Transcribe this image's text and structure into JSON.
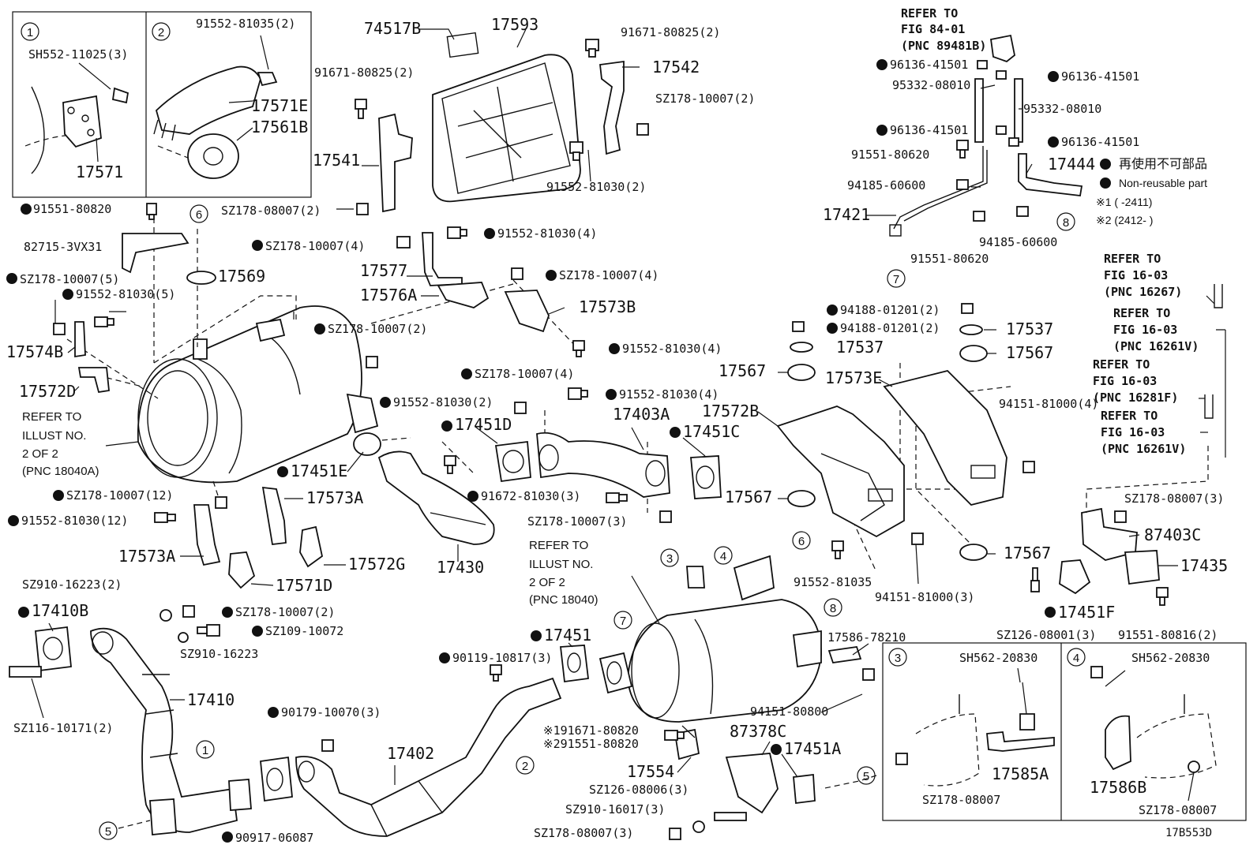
{
  "diagram_id": "17B553D",
  "legend": {
    "title_jp": "再使用不可部品",
    "non_reusable": "Non-reusable part",
    "note1": "※1 (      -2411)",
    "note2": "※2 (2412-      )"
  },
  "circle_refs": [
    "1",
    "2",
    "3",
    "4",
    "5",
    "6",
    "7",
    "8"
  ],
  "inset1": {
    "label": "SH552-11025(3)",
    "part": "17571"
  },
  "inset2": {
    "screw": "91552-81035(2)",
    "bracket": "17571E",
    "mount": "17561B"
  },
  "inset3": {
    "bolt": "SH562-20830",
    "part": "17585A",
    "nut": "SZ178-08007"
  },
  "inset4": {
    "bolt": "SH562-20830",
    "part": "17586B",
    "nut": "SZ178-08007"
  },
  "refers": {
    "r1": [
      "REFER TO",
      "FIG 84-01",
      "(PNC 89481B)"
    ],
    "r2": [
      "REFER TO",
      "ILLUST NO.",
      "2 OF 2",
      "(PNC 18040A)"
    ],
    "r3": [
      "REFER TO",
      "FIG 16-03",
      "(PNC 16267)"
    ],
    "r4": [
      "REFER TO",
      "FIG 16-03",
      "(PNC 16261V)"
    ],
    "r5": [
      "REFER TO",
      "FIG 16-03",
      "(PNC 16281F)"
    ],
    "r6": [
      "REFER TO",
      "FIG 16-03",
      "(PNC 16261V)"
    ],
    "r7": [
      "REFER TO",
      "ILLUST NO.",
      "2 OF 2",
      "(PNC 18040)"
    ]
  },
  "labels": {
    "p74517B": "74517B",
    "p17593": "17593",
    "p91671a": "91671-80825(2)",
    "p91671b": "91671-80825(2)",
    "p17542": "17542",
    "pSZ178_10007_2a": "SZ178-10007(2)",
    "p91552_81030_2a": "91552-81030(2)",
    "p17541": "17541",
    "pSZ178_08007_2": "SZ178-08007(2)",
    "p91551_80820": "91551-80820",
    "p82715": "82715-3VX31",
    "pSZ178_10007_5": "SZ178-10007(5)",
    "p91552_81030_5": "91552-81030(5)",
    "p17569": "17569",
    "pSZ178_10007_4a": "SZ178-10007(4)",
    "p91552_81030_4a": "91552-81030(4)",
    "p17577": "17577",
    "p17576A": "17576A",
    "pSZ178_10007_4b": "SZ178-10007(4)",
    "p17573B": "17573B",
    "p17574B": "17574B",
    "p17572D": "17572D",
    "pSZ178_10007_2b": "SZ178-10007(2)",
    "p91552_81030_4b": "91552-81030(4)",
    "pSZ178_10007_4c": "SZ178-10007(4)",
    "p91552_81030_4c": "91552-81030(4)",
    "p91552_81030_2b": "91552-81030(2)",
    "p17403A": "17403A",
    "p17451D": "17451D",
    "p17451C": "17451C",
    "p17451E": "17451E",
    "p91672": "91672-81030(3)",
    "pSZ178_10007_3": "SZ178-10007(3)",
    "pSZ178_10007_12": "SZ178-10007(12)",
    "p91552_81030_12": "91552-81030(12)",
    "p17573Aa": "17573A",
    "p17573Ab": "17573A",
    "p17572G": "17572G",
    "p17571D": "17571D",
    "p17430": "17430",
    "p96136a": "96136-41501",
    "p96136b": "96136-41501",
    "p96136c": "96136-41501",
    "p96136d": "96136-41501",
    "p95332a": "95332-08010",
    "p95332b": "95332-08010",
    "p91551_80620a": "91551-80620",
    "p91551_80620b": "91551-80620",
    "p17444": "17444",
    "p94185a": "94185-60600",
    "p94185b": "94185-60600",
    "p17421": "17421",
    "p94188a": "94188-01201(2)",
    "p94188b": "94188-01201(2)",
    "p17537a": "17537",
    "p17537b": "17537",
    "p17567a": "17567",
    "p17567b": "17567",
    "p17567c": "17567",
    "p17567d": "17567",
    "p17573E": "17573E",
    "p17572B": "17572B",
    "p94151_4": "94151-81000(4)",
    "p91552_81035": "91552-81035",
    "p94151_3": "94151-81000(3)",
    "pSZ178_08007_3": "SZ178-08007(3)",
    "p87403C": "87403C",
    "p17435": "17435",
    "p17451F": "17451F",
    "pSZ126_08001": "SZ126-08001(3)",
    "p91551_80816": "91551-80816(2)",
    "pSZ910_16223_2": "SZ910-16223(2)",
    "p17410B": "17410B",
    "pSZ178_10007_2c": "SZ178-10007(2)",
    "pSZ109": "SZ109-10072",
    "pSZ910_16223": "SZ910-16223",
    "p17410": "17410",
    "pSZ116": "SZ116-10171(2)",
    "p90179": "90179-10070(3)",
    "p17402": "17402",
    "p90917": "90917-06087",
    "p90119": "90119-10817(3)",
    "p17451": "17451",
    "p191671": "※191671-80820",
    "p291551": "※291551-80820",
    "p17554": "17554",
    "p87378C": "87378C",
    "p17451A": "17451A",
    "pSZ126_08006": "SZ126-08006(3)",
    "pSZ910_16017": "SZ910-16017(3)",
    "pSZ178_08007_3b": "SZ178-08007(3)",
    "p94151_80800": "94151-80800",
    "p17586": "17586-78210"
  }
}
